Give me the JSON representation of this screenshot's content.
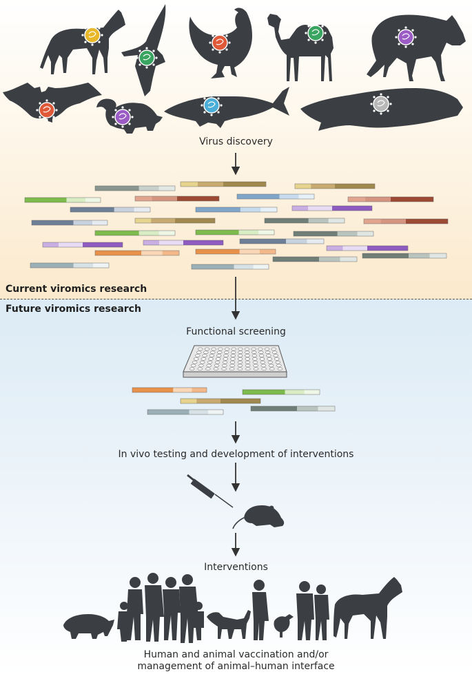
{
  "labels": {
    "virus_discovery": "Virus discovery",
    "current_research": "Current viromics research",
    "future_research": "Future viromics research",
    "functional_screening": "Functional screening",
    "in_vivo": "In vivo testing and development of interventions",
    "interventions": "Interventions",
    "outcome_line1": "Human and animal vaccination and/or",
    "outcome_line2": "management of animal–human interface"
  },
  "animals_with_viruses": [
    {
      "animal": "horse",
      "virus_color": "#e8b82a"
    },
    {
      "animal": "bird",
      "virus_color": "#3aa560"
    },
    {
      "animal": "chicken",
      "virus_color": "#e05a3a"
    },
    {
      "animal": "camel",
      "virus_color": "#3aa560"
    },
    {
      "animal": "hyena",
      "virus_color": "#9b5cc6"
    },
    {
      "animal": "bat",
      "virus_color": "#e05a3a"
    },
    {
      "animal": "rodent",
      "virus_color": "#9b5cc6"
    },
    {
      "animal": "fish",
      "virus_color": "#4aaed8"
    },
    {
      "animal": "whale",
      "virus_color": "#b8b8b8"
    }
  ],
  "intervention_figures": [
    "pig",
    "humans",
    "dog",
    "chicken",
    "horse"
  ],
  "colors": {
    "silhouette": "#3b3f43",
    "arrow": "#333333",
    "current_bg": "#fbe9cc",
    "future_bg": "#dcebf5"
  }
}
